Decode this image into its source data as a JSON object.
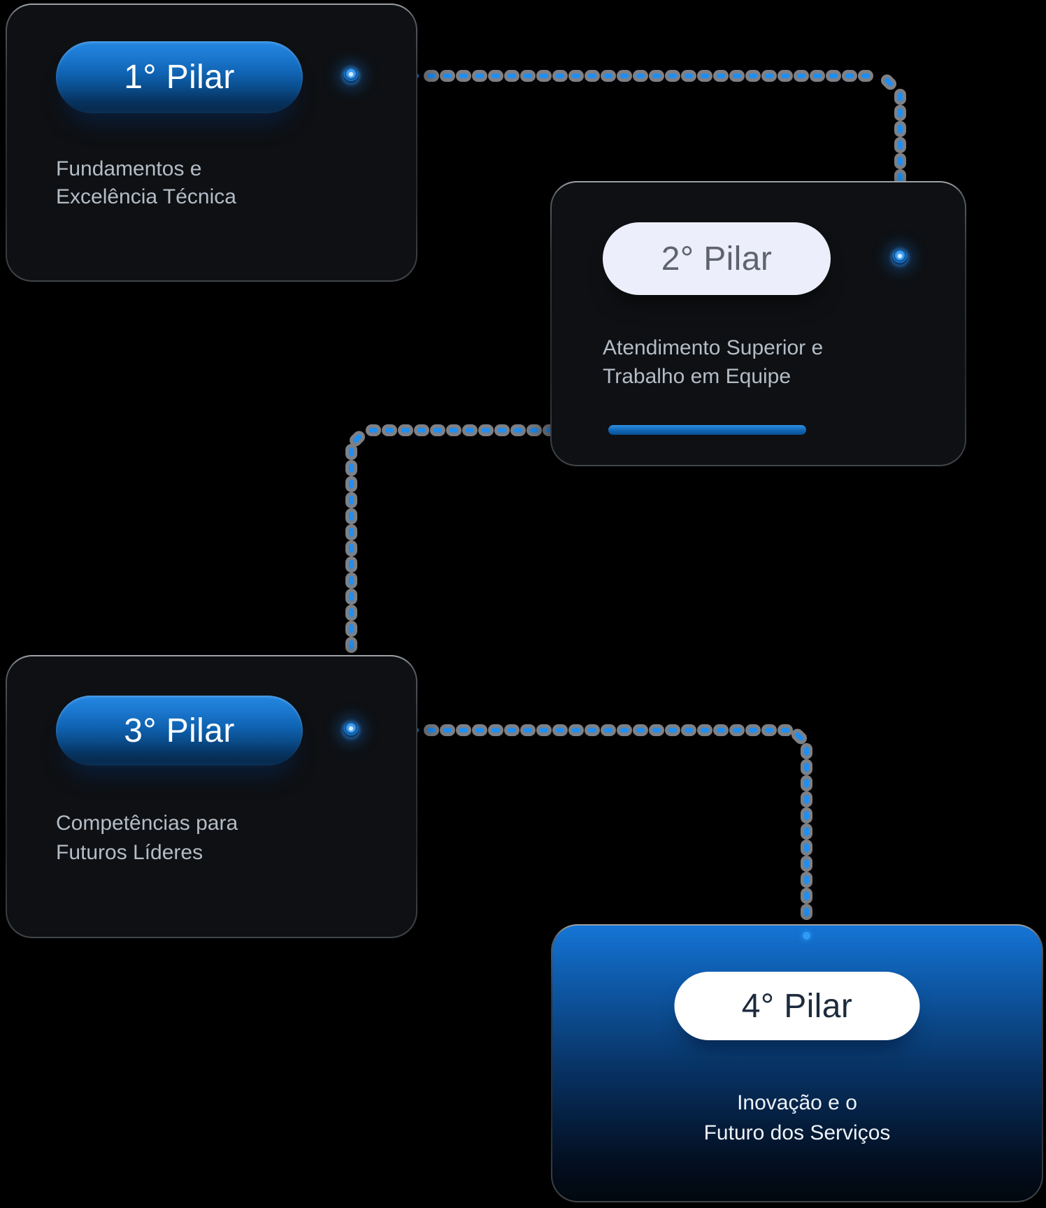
{
  "cards": [
    {
      "pill_label": "1° Pilar",
      "subtitle_line1": "Fundamentos e",
      "subtitle_line2": "Excelência Técnica"
    },
    {
      "pill_label": "2° Pilar",
      "subtitle_line1": "Atendimento Superior e",
      "subtitle_line2": "Trabalho em Equipe"
    },
    {
      "pill_label": "3° Pilar",
      "subtitle_line1": "Competências para",
      "subtitle_line2": "Futuros Líderes"
    },
    {
      "pill_label": "4° Pilar",
      "subtitle_line1": "Inovação e o",
      "subtitle_line2": "Futuro dos Serviços"
    }
  ],
  "colors": {
    "background": "#000000",
    "card_background": "#0e1013",
    "card_border_top": "#9fa4a9",
    "accent_dash_blue": "#1f8ef2",
    "dash_halo_gray": "#7d8085",
    "card4_top_blue": "#1575d6",
    "pill_blue_top": "#2487e2",
    "pill_blue_bottom": "#072b50",
    "pill_light_background": "#edeefb",
    "pill_light_text": "#5f646c",
    "pill_white_text": "#1d2b3c",
    "subtitle_text": "#b4bcc6",
    "progress_bar_blue": "#1167b5"
  }
}
